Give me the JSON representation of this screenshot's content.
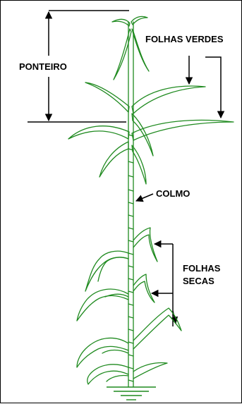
{
  "labels": {
    "ponteiro": "PONTEIRO",
    "folhas_verdes": "FOLHAS VERDES",
    "colmo": "COLMO",
    "folhas_secas_line1": "FOLHAS",
    "folhas_secas_line2": "SECAS"
  },
  "colors": {
    "plant_green": "#1f8a1f",
    "line_black": "#000000",
    "background": "#ffffff"
  }
}
